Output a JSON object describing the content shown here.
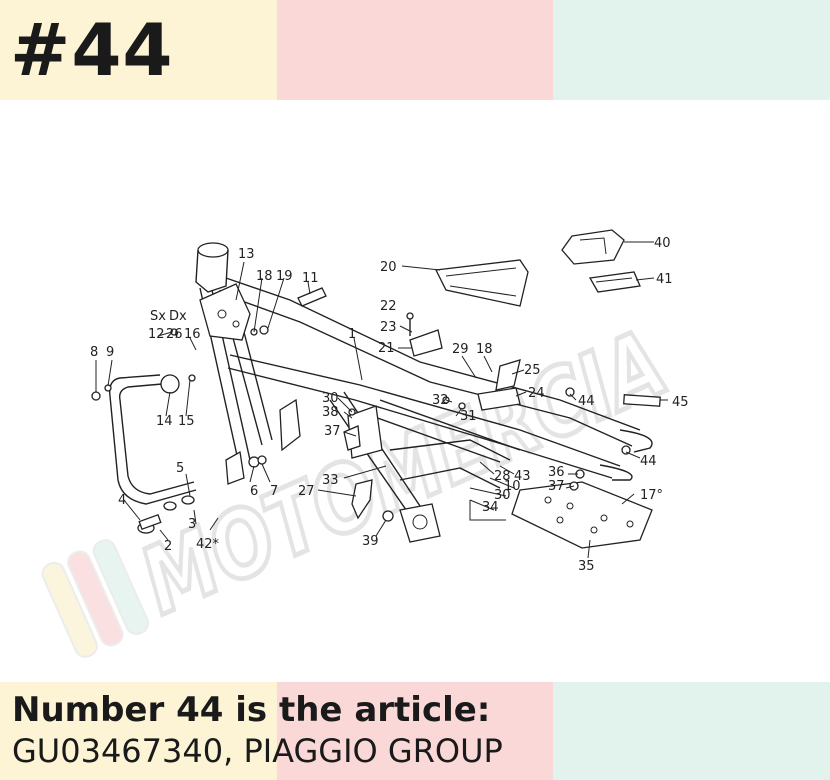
{
  "header": {
    "part_number": "#44",
    "colors": {
      "yellow": "#fcf4d4",
      "pink": "#fbd8d8",
      "mint": "#e2f2ec",
      "text": "#1a1a1a"
    }
  },
  "diagram": {
    "watermark": "MOTOMERCIA",
    "labels": [
      {
        "id": "l13",
        "text": "13"
      },
      {
        "id": "l18a",
        "text": "18"
      },
      {
        "id": "l19",
        "text": "19"
      },
      {
        "id": "l11",
        "text": "11"
      },
      {
        "id": "l20",
        "text": "20"
      },
      {
        "id": "l40",
        "text": "40"
      },
      {
        "id": "l41",
        "text": "41"
      },
      {
        "id": "l22",
        "text": "22"
      },
      {
        "id": "l23",
        "text": "23"
      },
      {
        "id": "l1",
        "text": "1"
      },
      {
        "id": "l21",
        "text": "21"
      },
      {
        "id": "l29",
        "text": "29"
      },
      {
        "id": "l18b",
        "text": "18"
      },
      {
        "id": "l25",
        "text": "25"
      },
      {
        "id": "l12",
        "text": "12"
      },
      {
        "id": "l26",
        "text": "26"
      },
      {
        "id": "l16",
        "text": "16"
      },
      {
        "id": "lsx",
        "text": "Sx"
      },
      {
        "id": "ldx",
        "text": "Dx"
      },
      {
        "id": "l8",
        "text": "8"
      },
      {
        "id": "l9",
        "text": "9"
      },
      {
        "id": "l14",
        "text": "14"
      },
      {
        "id": "l15",
        "text": "15"
      },
      {
        "id": "l24",
        "text": "24"
      },
      {
        "id": "l44a",
        "text": "44"
      },
      {
        "id": "l45",
        "text": "45"
      },
      {
        "id": "l30a",
        "text": "30"
      },
      {
        "id": "l38",
        "text": "38"
      },
      {
        "id": "l32",
        "text": "32"
      },
      {
        "id": "l31",
        "text": "31"
      },
      {
        "id": "l37a",
        "text": "37"
      },
      {
        "id": "l44b",
        "text": "44"
      },
      {
        "id": "l33",
        "text": "33"
      },
      {
        "id": "l28",
        "text": "28"
      },
      {
        "id": "l43",
        "text": "43"
      },
      {
        "id": "l10",
        "text": "10"
      },
      {
        "id": "l36",
        "text": "36"
      },
      {
        "id": "l37b",
        "text": "37"
      },
      {
        "id": "l5",
        "text": "5"
      },
      {
        "id": "l6",
        "text": "6"
      },
      {
        "id": "l7",
        "text": "7"
      },
      {
        "id": "l27",
        "text": "27"
      },
      {
        "id": "l30b",
        "text": "30"
      },
      {
        "id": "l17",
        "text": "17°"
      },
      {
        "id": "l34",
        "text": "34"
      },
      {
        "id": "l4",
        "text": "4"
      },
      {
        "id": "l3",
        "text": "3"
      },
      {
        "id": "l2",
        "text": "2"
      },
      {
        "id": "l42",
        "text": "42*"
      },
      {
        "id": "l39",
        "text": "39"
      },
      {
        "id": "l35",
        "text": "35"
      }
    ]
  },
  "footer": {
    "caption_line1": "Number 44 is the article:",
    "caption_line2": "GU03467340, PIAGGIO GROUP"
  }
}
